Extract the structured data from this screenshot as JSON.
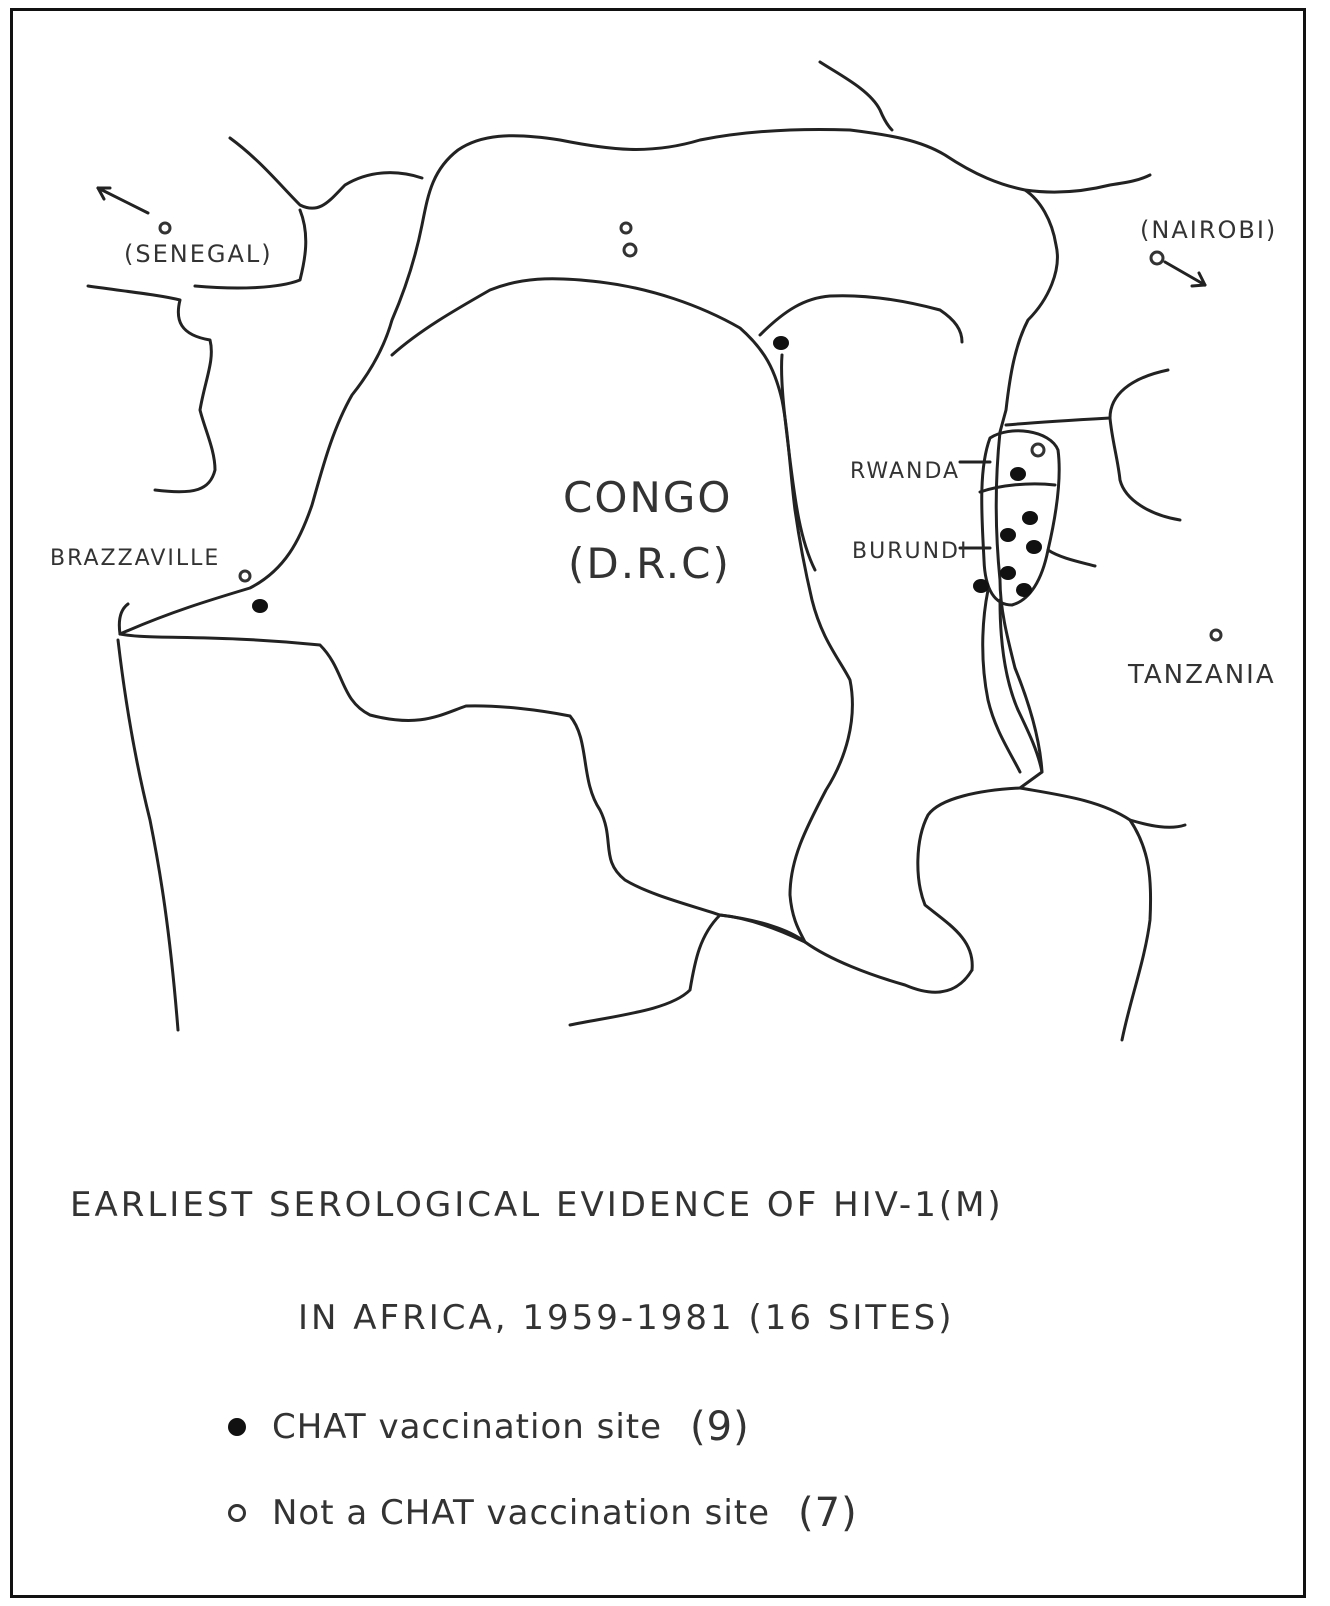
{
  "map": {
    "labels": {
      "senegal": "(SENEGAL)",
      "nairobi": "(NAIROBI)",
      "rwanda": "RWANDA",
      "burundi": "BURUNDI",
      "brazzaville": "BRAZZAVILLE",
      "congo": "CONGO",
      "drc": "(D.R.C)",
      "tanzania": "TANZANIA"
    },
    "site_counts": {
      "chat": 9,
      "not_chat": 7
    }
  },
  "caption": {
    "line1": "EARLIEST SEROLOGICAL EVIDENCE OF HIV-1(M)",
    "line2": "IN AFRICA, 1959-1981 (16 SITES)"
  },
  "legend": {
    "chat": {
      "label": "CHAT vaccination site",
      "count": "(9)"
    },
    "not_chat": {
      "label": "Not a CHAT vaccination site",
      "count": "(7)"
    }
  },
  "colors": {
    "ink": "#222222",
    "background": "#ffffff",
    "frame": "#111111"
  }
}
